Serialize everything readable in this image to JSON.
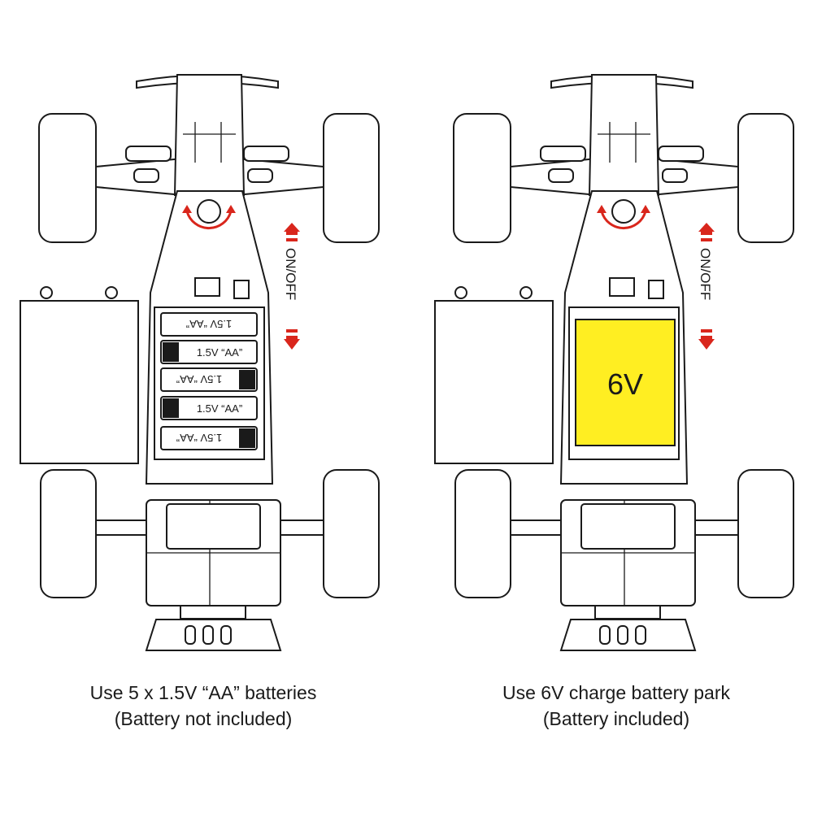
{
  "left_panel": {
    "switch_label": "ON/OFF",
    "batteries": [
      "1.5V “AA”",
      "1.5V “AA”",
      "1.5V “AA”",
      "1.5V “AA”",
      "1.5V “AA”"
    ],
    "caption_line1": "Use 5 x 1.5V “AA” batteries",
    "caption_line2": "(Battery not included)"
  },
  "right_panel": {
    "switch_label": "ON/OFF",
    "battery_pack_label": "6V",
    "battery_pack_color": "#ffee22",
    "caption_line1": "Use 6V charge battery park",
    "caption_line2": "(Battery included)"
  },
  "colors": {
    "arrow_red": "#d9261c",
    "line": "#1a1a1a"
  }
}
